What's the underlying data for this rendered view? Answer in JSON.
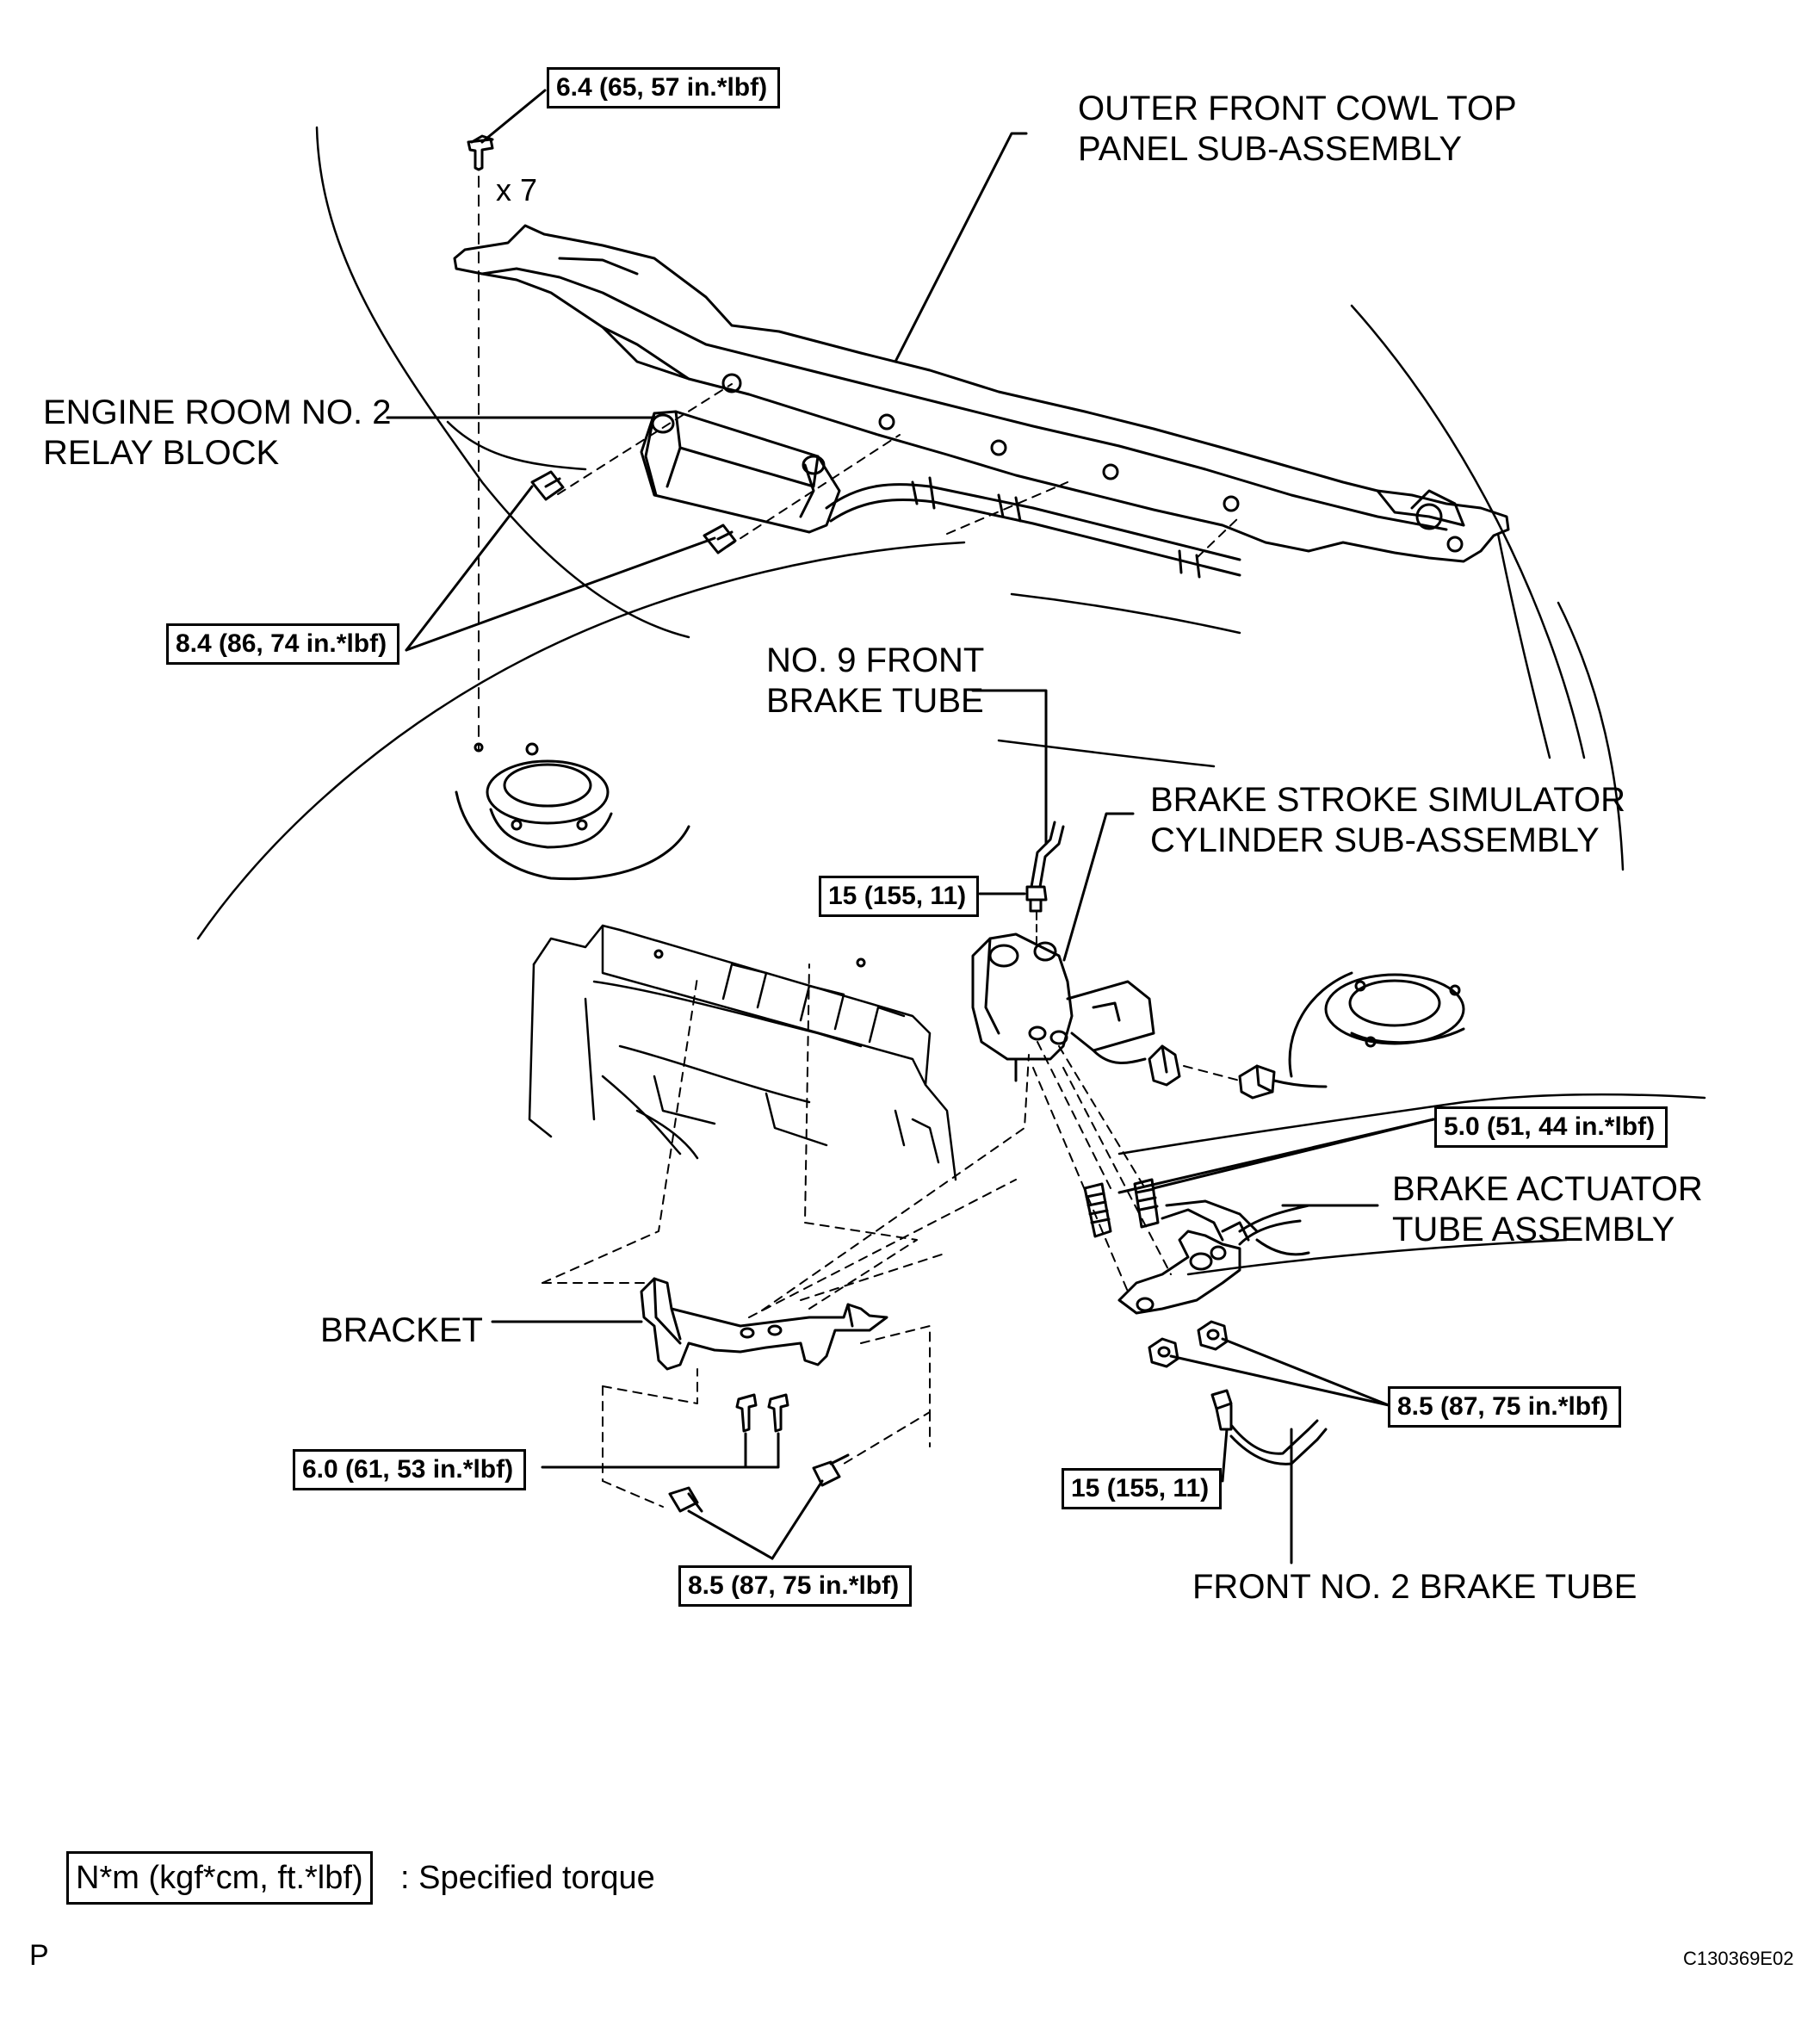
{
  "labels": {
    "cowl_panel": [
      "OUTER FRONT COWL TOP",
      "PANEL SUB-ASSEMBLY"
    ],
    "relay_block": [
      "ENGINE ROOM NO. 2",
      "RELAY BLOCK"
    ],
    "front_brake_tube_9": [
      "NO. 9 FRONT",
      "BRAKE TUBE"
    ],
    "simulator": [
      "BRAKE STROKE SIMULATOR",
      "CYLINDER SUB-ASSEMBLY"
    ],
    "actuator_tube": [
      "BRAKE ACTUATOR",
      "TUBE ASSEMBLY"
    ],
    "bracket": "BRACKET",
    "front_brake_tube_2": "FRONT NO. 2 BRAKE TUBE",
    "count": "x 7"
  },
  "torques": {
    "cowl_bolts": "6.4 (65, 57 in.*lbf)",
    "relay_bolts": "8.4 (86, 74 in.*lbf)",
    "upper_tube_nut": "15 (155, 11)",
    "studs": "5.0 (51, 44 in.*lbf)",
    "actuator_nuts": "8.5 (87, 75 in.*lbf)",
    "lower_tube_nut": "15 (155, 11)",
    "bracket_bolts_inner": "6.0 (61, 53 in.*lbf)",
    "bracket_bolts_outer": "8.5 (87, 75 in.*lbf)"
  },
  "legend": {
    "unit_box": "N*m (kgf*cm, ft.*lbf)",
    "description": ": Specified torque"
  },
  "footer": {
    "page_letter": "P",
    "figure_code": "C130369E02"
  }
}
